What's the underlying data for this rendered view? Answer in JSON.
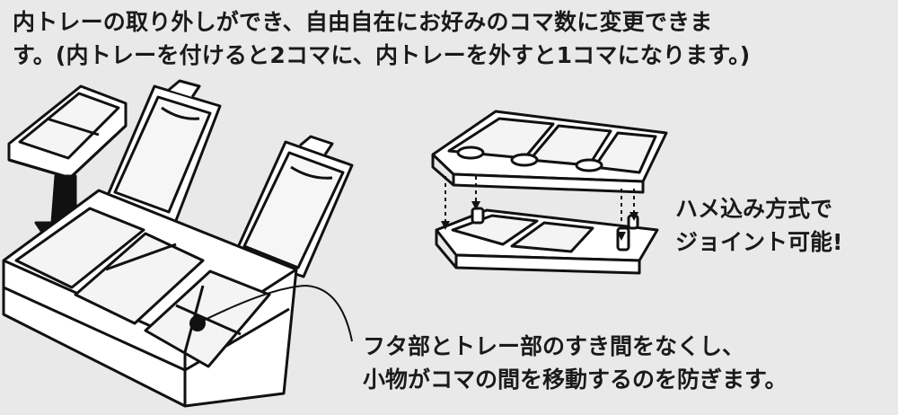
{
  "header": {
    "line1": "内トレーの取り外しができ、自由自在にお好みのコマ数に変更できま",
    "line2": "す。(内トレーを付けると2コマに、内トレーを外すと1コマになります。)"
  },
  "joint_note": {
    "line1": "ハメ込み方式で",
    "line2": "ジョイント可能!"
  },
  "gap_note": {
    "line1": "フタ部とトレー部のすき間をなくし、",
    "line2": "小物がコマの間を移動するのを防ぎます。"
  }
}
